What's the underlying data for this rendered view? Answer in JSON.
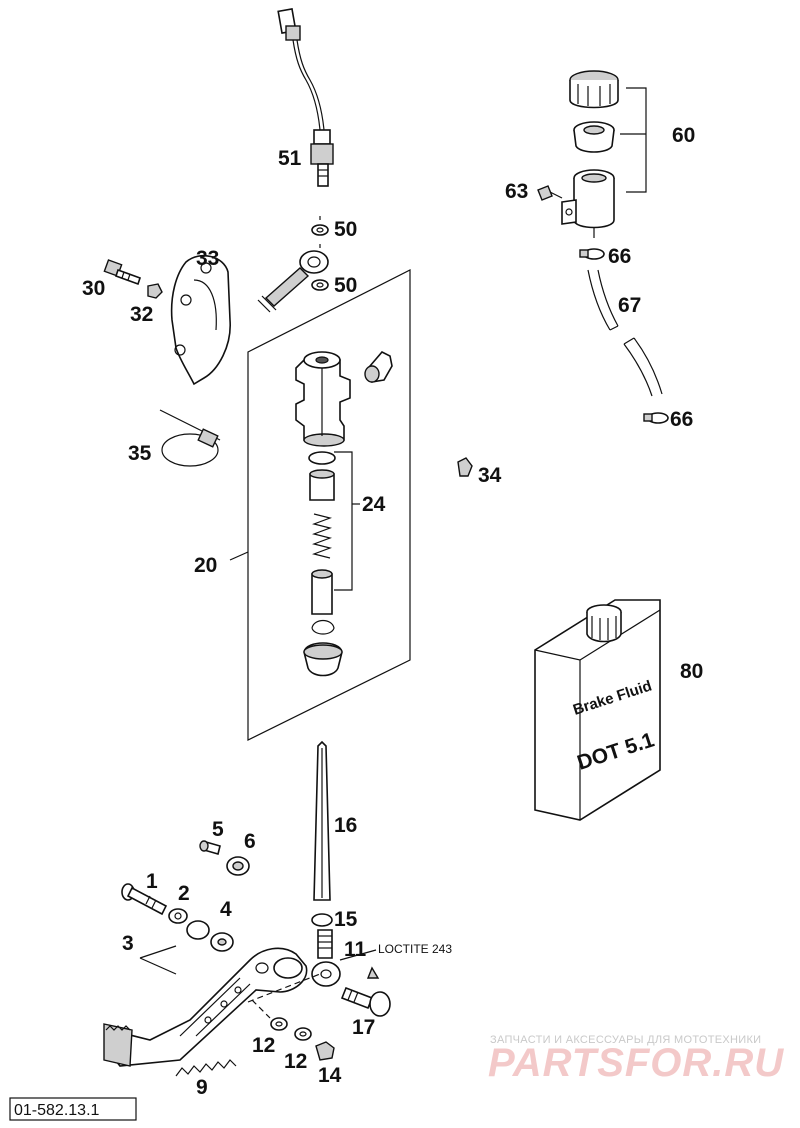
{
  "diagram": {
    "labels": {
      "l51": "51",
      "l50a": "50",
      "l50b": "50",
      "l33": "33",
      "l30": "30",
      "l32": "32",
      "l35": "35",
      "l20": "20",
      "l24": "24",
      "l34": "34",
      "l60": "60",
      "l63": "63",
      "l66a": "66",
      "l67": "67",
      "l66b": "66",
      "l80": "80",
      "l16": "16",
      "l5": "5",
      "l6": "6",
      "l1": "1",
      "l2": "2",
      "l4": "4",
      "l3": "3",
      "l15": "15",
      "l11": "11",
      "l17": "17",
      "l12a": "12",
      "l12b": "12",
      "l14": "14",
      "l9": "9"
    },
    "loctite_note": "LOCTITE 243",
    "fluid_can": {
      "line1": "Brake Fluid",
      "line2": "DOT 5.1"
    },
    "part_code": "01-582.13.1",
    "watermark": {
      "caption": "ЗАПЧАСТИ И АКСЕССУАРЫ ДЛЯ МОТОТЕХНИКИ",
      "brand": "PARTSFOR.RU"
    }
  }
}
